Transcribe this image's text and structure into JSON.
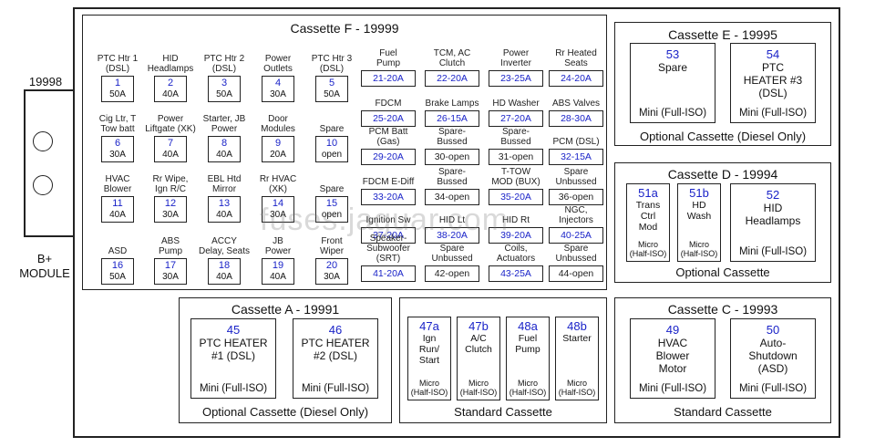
{
  "module": {
    "number": "19998",
    "label_line1": "B+",
    "label_line2": "MODULE"
  },
  "watermark": "fuses.jaguar.com",
  "cassette_f": {
    "title": "Cassette F - 19999",
    "left_fuses": [
      {
        "label": "PTC Htr 1\n(DSL)",
        "num": "1",
        "amp": "50A"
      },
      {
        "label": "HID\nHeadlamps",
        "num": "2",
        "amp": "40A"
      },
      {
        "label": "PTC Htr 2\n(DSL)",
        "num": "3",
        "amp": "50A"
      },
      {
        "label": "Power\nOutlets",
        "num": "4",
        "amp": "30A"
      },
      {
        "label": "PTC Htr 3\n(DSL)",
        "num": "5",
        "amp": "50A"
      },
      {
        "label": "Cig Ltr, T\nTow batt",
        "num": "6",
        "amp": "30A"
      },
      {
        "label": "Power\nLiftgate (XK)",
        "num": "7",
        "amp": "40A"
      },
      {
        "label": "Starter, JB\nPower",
        "num": "8",
        "amp": "40A"
      },
      {
        "label": "Door\nModules",
        "num": "9",
        "amp": "20A"
      },
      {
        "label": "Spare",
        "num": "10",
        "amp": "open"
      },
      {
        "label": "HVAC\nBlower",
        "num": "11",
        "amp": "40A"
      },
      {
        "label": "Rr Wipe,\nIgn R/C",
        "num": "12",
        "amp": "30A"
      },
      {
        "label": "EBL Htd\nMirror",
        "num": "13",
        "amp": "40A"
      },
      {
        "label": "Rr HVAC\n(XK)",
        "num": "14",
        "amp": "30A"
      },
      {
        "label": "Spare",
        "num": "15",
        "amp": "open"
      },
      {
        "label": "ASD",
        "num": "16",
        "amp": "50A"
      },
      {
        "label": "ABS\nPump",
        "num": "17",
        "amp": "30A"
      },
      {
        "label": "ACCY\nDelay, Seats",
        "num": "18",
        "amp": "40A"
      },
      {
        "label": "JB\nPower",
        "num": "19",
        "amp": "40A"
      },
      {
        "label": "Front\nWiper",
        "num": "20",
        "amp": "30A"
      }
    ],
    "right_fuses": [
      {
        "label": "Fuel\nPump",
        "num": "21",
        "amp": "-20A"
      },
      {
        "label": "TCM, AC\nClutch",
        "num": "22",
        "amp": "-20A"
      },
      {
        "label": "Power\nInverter",
        "num": "23",
        "amp": "-25A"
      },
      {
        "label": "Rr Heated\nSeats",
        "num": "24",
        "amp": "-20A"
      },
      {
        "label": "FDCM",
        "num": "25",
        "amp": "-20A"
      },
      {
        "label": "Brake Lamps",
        "num": "26",
        "amp": "-15A"
      },
      {
        "label": "HD Washer",
        "num": "27",
        "amp": "-20A"
      },
      {
        "label": "ABS Valves",
        "num": "28",
        "amp": "-30A"
      },
      {
        "label": "PCM Batt (Gas)",
        "num": "29",
        "amp": "-20A"
      },
      {
        "label": "Spare-Bussed",
        "num": "30",
        "amp": "-open"
      },
      {
        "label": "Spare-Bussed",
        "num": "31",
        "amp": "-open"
      },
      {
        "label": "PCM (DSL)",
        "num": "32",
        "amp": "-15A"
      },
      {
        "label": "FDCM E-Diff",
        "num": "33",
        "amp": "-20A"
      },
      {
        "label": "Spare-Bussed",
        "num": "34",
        "amp": "-open"
      },
      {
        "label": "T-TOW\nMOD (BUX)",
        "num": "35",
        "amp": "-20A"
      },
      {
        "label": "Spare\nUnbussed",
        "num": "36",
        "amp": "-open"
      },
      {
        "label": "Ignition Sw",
        "num": "37",
        "amp": "-20A"
      },
      {
        "label": "HID Lt",
        "num": "38",
        "amp": "-20A"
      },
      {
        "label": "HID Rt",
        "num": "39",
        "amp": "-20A"
      },
      {
        "label": "NGC, Injectors",
        "num": "40",
        "amp": "-25A"
      },
      {
        "label": "Speaker-\nSubwoofer (SRT)",
        "num": "41",
        "amp": "-20A"
      },
      {
        "label": "Spare\nUnbussed",
        "num": "42",
        "amp": "-open"
      },
      {
        "label": "Coils, Actuators",
        "num": "43",
        "amp": "-25A"
      },
      {
        "label": "Spare\nUnbussed",
        "num": "44",
        "amp": "-open"
      }
    ]
  },
  "cassette_e": {
    "title": "Cassette E - 19995",
    "footer": "Optional Cassette (Diesel Only)",
    "fuses": [
      {
        "num": "53",
        "name": "Spare",
        "type": "Mini (Full-ISO)"
      },
      {
        "num": "54",
        "name": "PTC\nHEATER #3\n(DSL)",
        "type": "Mini (Full-ISO)"
      }
    ]
  },
  "cassette_d": {
    "title": "Cassette D - 19994",
    "footer": "Optional Cassette",
    "fuses": [
      {
        "num": "51a",
        "name": "Trans\nCtrl\nMod",
        "type": "Micro\n(Half-ISO)"
      },
      {
        "num": "51b",
        "name": "HD\nWash",
        "type": "Micro\n(Half-ISO)"
      },
      {
        "num": "52",
        "name": "HID\nHeadlamps",
        "type": "Mini (Full-ISO)"
      }
    ]
  },
  "cassette_a": {
    "title": "Cassette A - 19991",
    "footer": "Optional Cassette (Diesel Only)",
    "fuses": [
      {
        "num": "45",
        "name": "PTC HEATER\n#1 (DSL)",
        "type": "Mini (Full-ISO)"
      },
      {
        "num": "46",
        "name": "PTC HEATER\n#2 (DSL)",
        "type": "Mini (Full-ISO)"
      }
    ]
  },
  "standard_middle": {
    "footer": "Standard Cassette",
    "fuses": [
      {
        "num": "47a",
        "name": "Ign\nRun/\nStart",
        "type": "Micro\n(Half-ISO)"
      },
      {
        "num": "47b",
        "name": "A/C\nClutch",
        "type": "Micro\n(Half-ISO)"
      },
      {
        "num": "48a",
        "name": "Fuel\nPump",
        "type": "Micro\n(Half-ISO)"
      },
      {
        "num": "48b",
        "name": "Starter",
        "type": "Micro\n(Half-ISO)"
      }
    ]
  },
  "cassette_c": {
    "title": "Cassette C - 19993",
    "footer": "Standard Cassette",
    "fuses": [
      {
        "num": "49",
        "name": "HVAC\nBlower\nMotor",
        "type": "Mini (Full-ISO)"
      },
      {
        "num": "50",
        "name": "Auto-\nShutdown\n(ASD)",
        "type": "Mini (Full-ISO)"
      }
    ]
  }
}
